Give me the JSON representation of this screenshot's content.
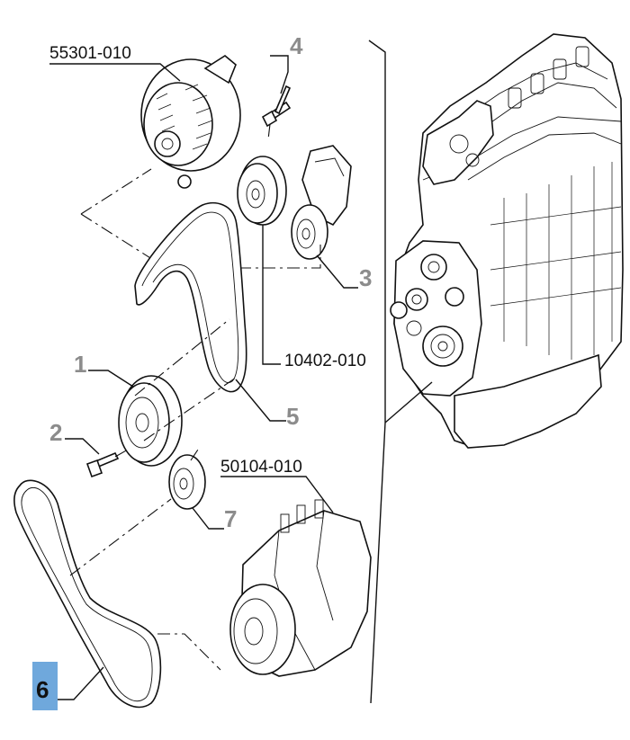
{
  "parts": {
    "alternator": {
      "code": "55301-010"
    },
    "bolt_4": {
      "number": "4"
    },
    "tensioner_3": {
      "number": "3"
    },
    "idler_pulley": {
      "code": "10402-010"
    },
    "crank_pulley_1": {
      "number": "1"
    },
    "bolt_2": {
      "number": "2"
    },
    "belt_5": {
      "number": "5"
    },
    "idler_7": {
      "number": "7"
    },
    "compressor": {
      "code": "50104-010"
    },
    "belt_6": {
      "number": "6"
    }
  },
  "colors": {
    "highlight": "#6fa8dc",
    "number_gray": "#8c8c8c",
    "line": "#111111"
  }
}
